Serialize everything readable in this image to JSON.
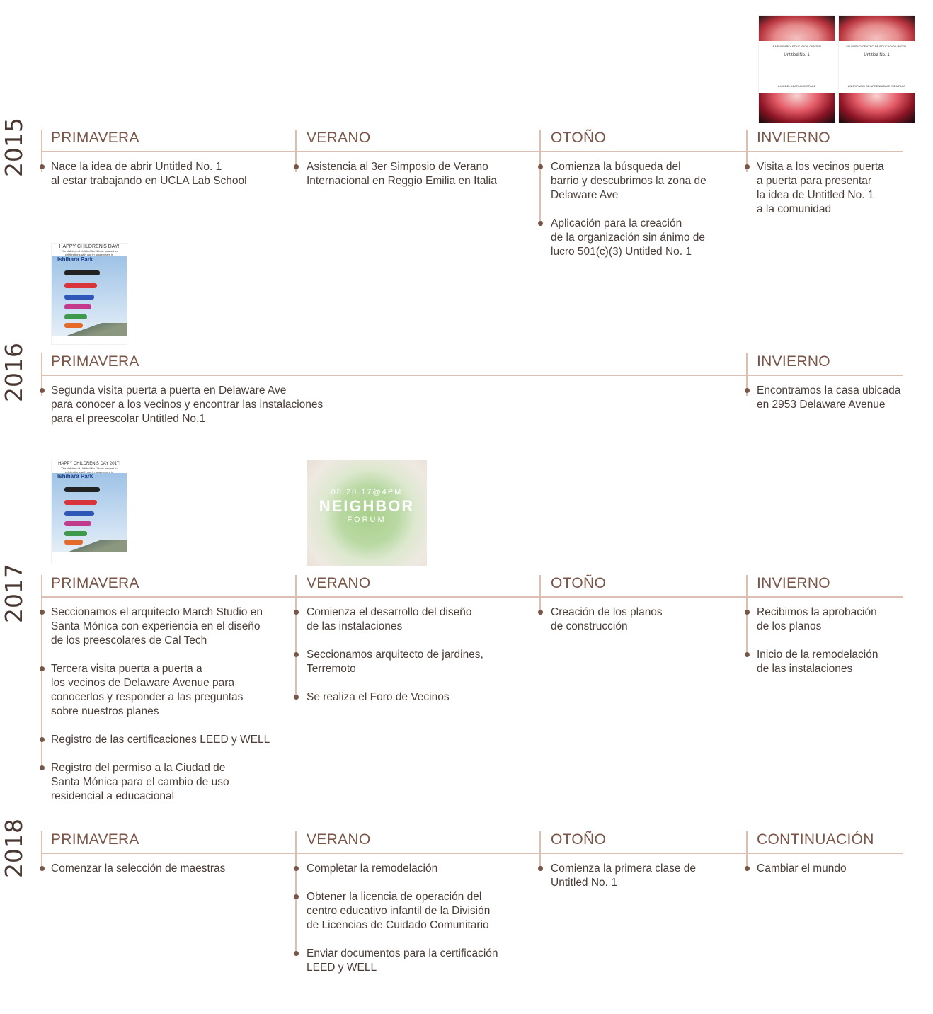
{
  "years": [
    {
      "year": "2015",
      "seasons": [
        {
          "name": "PRIMAVERA",
          "items": [
            "Nace la idea de abrir Untitled No. 1\nal estar trabajando en UCLA Lab School"
          ]
        },
        {
          "name": "VERANO",
          "items": [
            "Asistencia al 3er Simposio de Verano\nInternacional en Reggio Emilia en Italia"
          ]
        },
        {
          "name": "OTOÑO",
          "items": [
            "Comienza la búsqueda del\nbarrio y descubrimos la zona de\nDelaware Ave",
            "Aplicación para la creación\nde la organización sin ánimo de\nlucro 501(c)(3) Untitled No. 1"
          ]
        },
        {
          "name": "INVIERNO",
          "items": [
            "Visita a los vecinos puerta\na puerta para presentar\nla idea de Untitled No. 1\na la comunidad"
          ]
        }
      ]
    },
    {
      "year": "2016",
      "seasons": [
        {
          "name": "PRIMAVERA",
          "items": [
            "Segunda visita puerta a puerta en Delaware Ave\npara conocer a los vecinos y encontrar las instalaciones\npara el preescolar Untitled No.1"
          ]
        },
        {
          "name": "INVIERNO",
          "items": [
            "Encontramos la casa ubicada\nen 2953 Delaware Avenue"
          ]
        }
      ]
    },
    {
      "year": "2017",
      "seasons": [
        {
          "name": "PRIMAVERA",
          "items": [
            "Seccionamos el arquitecto March Studio en\nSanta Mónica con experiencia en el diseño\nde los preescolares de Cal Tech",
            "Tercera visita puerta a puerta a\nlos vecinos de Delaware Avenue para\nconocerlos y responder a las preguntas\nsobre nuestros planes",
            "Registro de las certificaciones LEED y WELL",
            "Registro del permiso a la Ciudad de\nSanta Mónica para el cambio de uso\nresidencial a educacional"
          ]
        },
        {
          "name": "VERANO",
          "items": [
            "Comienza el desarrollo del diseño\nde las instalaciones",
            "Seccionamos arquitecto de jardines,\nTerremoto",
            "Se realiza el Foro de Vecinos"
          ]
        },
        {
          "name": "OTOÑO",
          "items": [
            "Creación de los planos\nde construcción"
          ]
        },
        {
          "name": "INVIERNO",
          "items": [
            "Recibimos la aprobación\nde los planos",
            "Inicio de la remodelación\nde las instalaciones"
          ]
        }
      ]
    },
    {
      "year": "2018",
      "seasons": [
        {
          "name": "PRIMAVERA",
          "items": [
            "Comenzar la selección de maestras"
          ]
        },
        {
          "name": "VERANO",
          "items": [
            "Completar la remodelación",
            "Obtener la licencia de operación del\ncentro educativo infantil de la División\nde Licencias de Cuidado Comunitario",
            "Enviar documentos para la certificación\nLEED y WELL"
          ]
        },
        {
          "name": "OTOÑO",
          "items": [
            "Comienza la primera clase de\nUntitled No. 1"
          ]
        },
        {
          "name": "CONTINUACIÓN",
          "items": [
            "Cambiar el mundo"
          ]
        }
      ]
    }
  ],
  "images": {
    "flyer_en": {
      "heading": "A NEW EARLY EDUCATION CENTER",
      "title": "Untitled No. 1",
      "footer": "A MODEL LEARNING SPACE"
    },
    "flyer_es": {
      "heading": "UN NUEVO CENTRO DE EDUCACIÓN INICIAL",
      "title": "Untitled No. 1",
      "footer": "UN ESPACIO DE APRENDIZAJE EJEMPLAR"
    },
    "childrens_day_2016": {
      "title": "HAPPY CHILDREN'S DAY!",
      "subtitle": "The children of Untitled No. 1 look forward to celebrations with you in future years in",
      "park": "Ishihara Park"
    },
    "childrens_day_2017": {
      "title": "HAPPY CHILDREN'S DAY 2017!",
      "subtitle": "The children of Untitled No. 1 look forward to celebrations with you in future years in",
      "park": "Ishihara Park"
    },
    "neighbor_forum": {
      "date": "08.20.17@4PM",
      "title": "NEIGHBOR",
      "subtitle": "FORUM"
    }
  }
}
